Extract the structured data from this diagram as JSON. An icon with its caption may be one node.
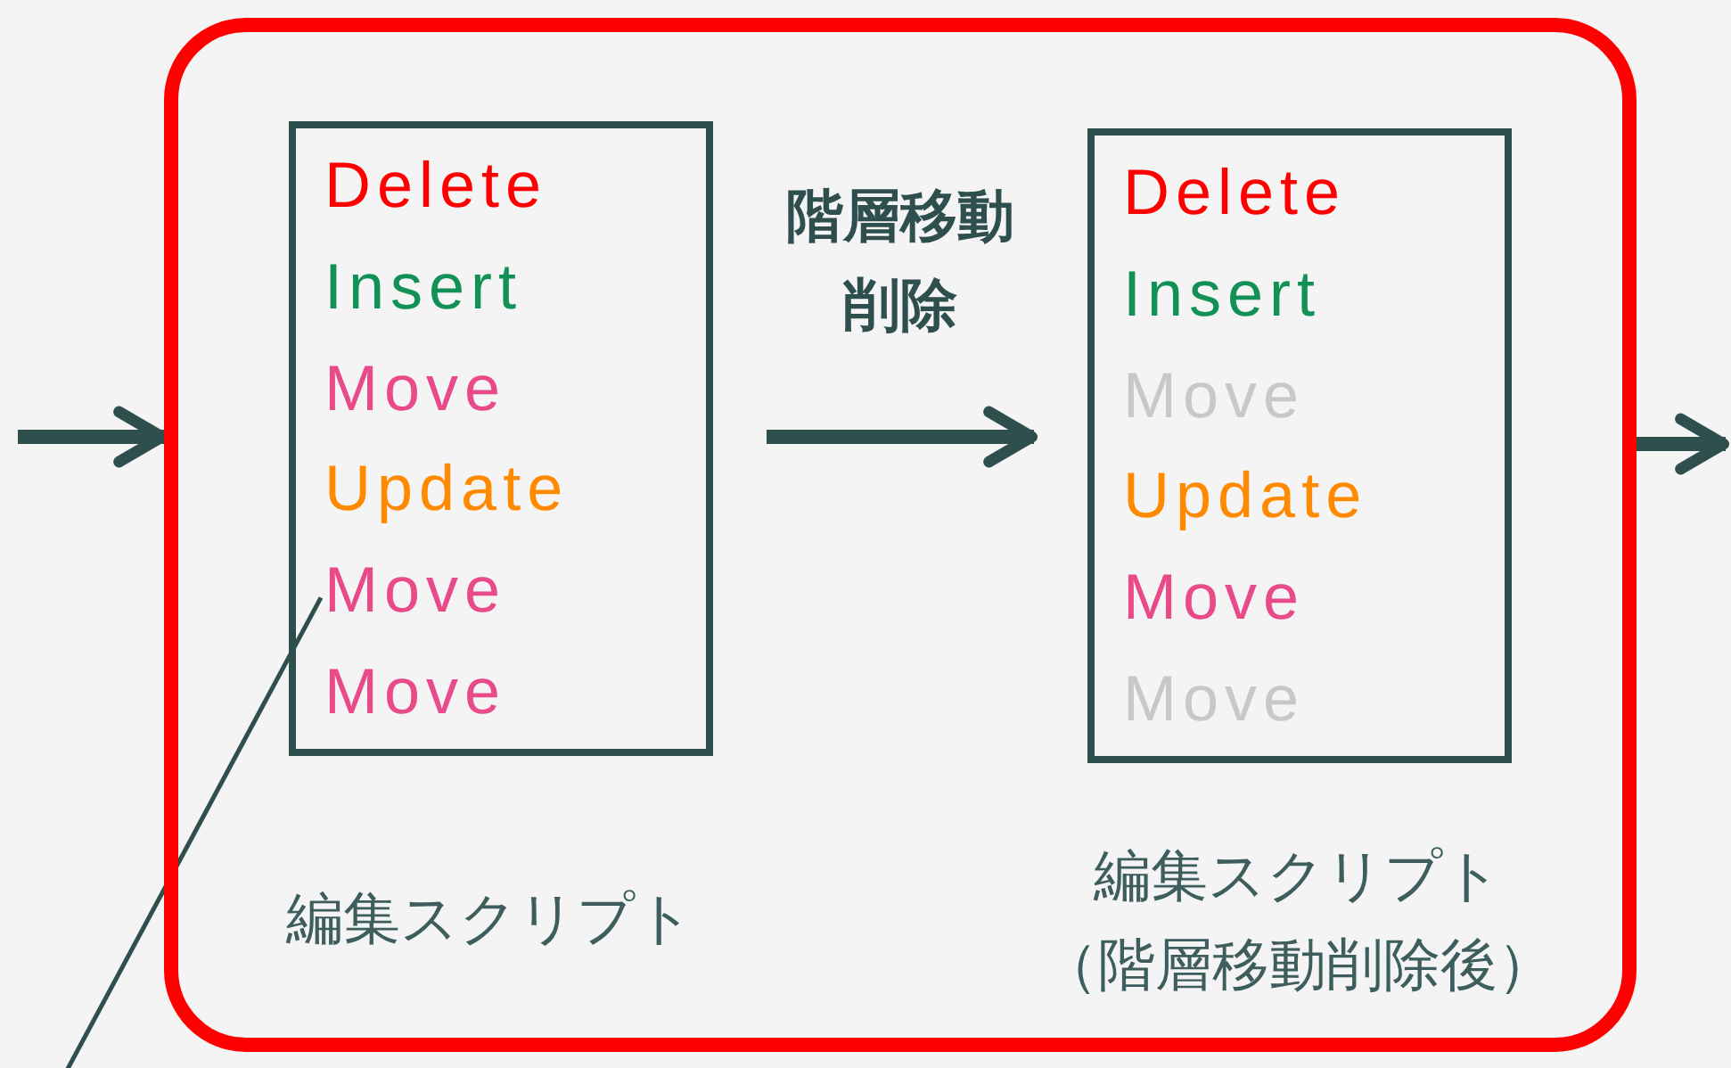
{
  "diagram": {
    "nodes": [
      {
        "text": [],
        "shape": "box"
      },
      {
        "text": [
          "Delete",
          "Insert",
          "Move",
          "Update",
          "Move",
          "Move"
        ],
        "in": 0,
        "beside": [
          "編集スクリプト"
        ]
      },
      {
        "text": [
          "Delete",
          "Insert",
          "Move",
          "Update",
          "Move",
          "Move"
        ],
        "in": 0,
        "beside": [
          "編集スクリプト（階層移動削除後）"
        ]
      }
    ],
    "edges": [
      {
        "from": null,
        "to": 0,
        "arrow": "to"
      },
      {
        "from": 1,
        "to": 2,
        "arrow": "to",
        "label": "階層移動削除"
      },
      {
        "from": 0,
        "to": null,
        "arrow": "to"
      },
      {
        "from": null,
        "to": 1,
        "arrow": "none"
      }
    ]
  }
}
